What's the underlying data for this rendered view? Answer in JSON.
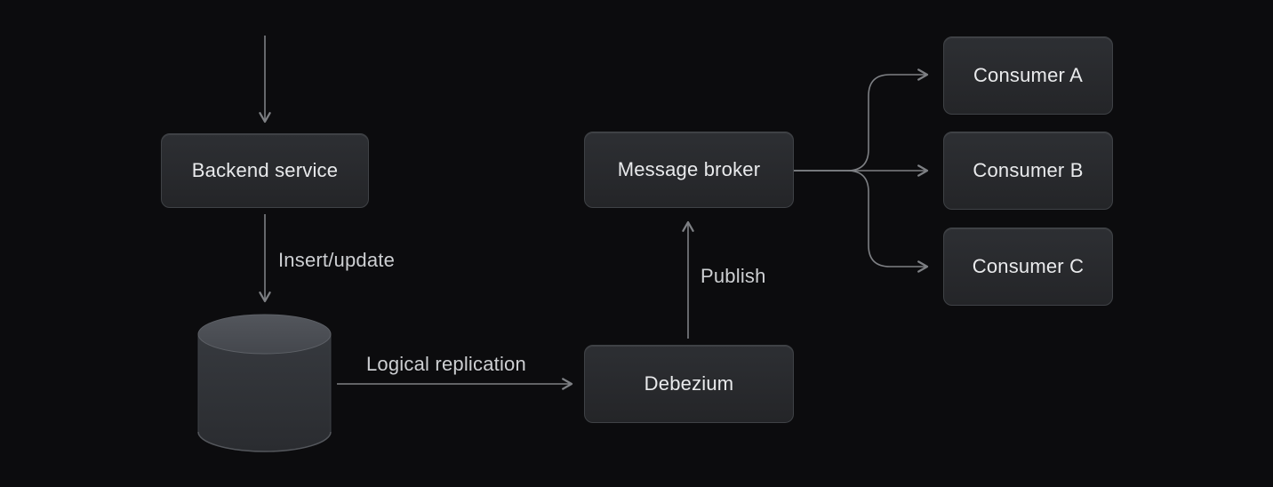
{
  "diagram": {
    "nodes": {
      "backend": {
        "label": "Backend service"
      },
      "broker": {
        "label": "Message broker"
      },
      "debezium": {
        "label": "Debezium"
      },
      "consumer_a": {
        "label": "Consumer A"
      },
      "consumer_b": {
        "label": "Consumer B"
      },
      "consumer_c": {
        "label": "Consumer C"
      }
    },
    "edges": {
      "insert_update": {
        "label": "Insert/update"
      },
      "logical_replication": {
        "label": "Logical replication"
      },
      "publish": {
        "label": "Publish"
      }
    },
    "icons": {
      "database": "database-cylinder-icon"
    },
    "colors": {
      "background": "#0c0c0e",
      "node_background_top": "#2d2f33",
      "node_background_bottom": "#242528",
      "node_border": "#3f4246",
      "node_text": "#e9eaec",
      "edge_line": "#7e8084",
      "edge_label_text": "#cdcfd2",
      "cylinder_top": "#4c4f55",
      "cylinder_body": "#33363b"
    }
  }
}
